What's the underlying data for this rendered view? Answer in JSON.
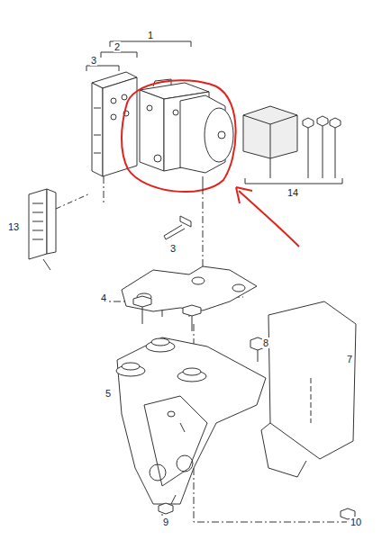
{
  "diagram": {
    "labels": [
      "1",
      "2",
      "3",
      "14",
      "13",
      "3",
      "4",
      "8",
      "7",
      "5",
      "9",
      "10"
    ]
  }
}
